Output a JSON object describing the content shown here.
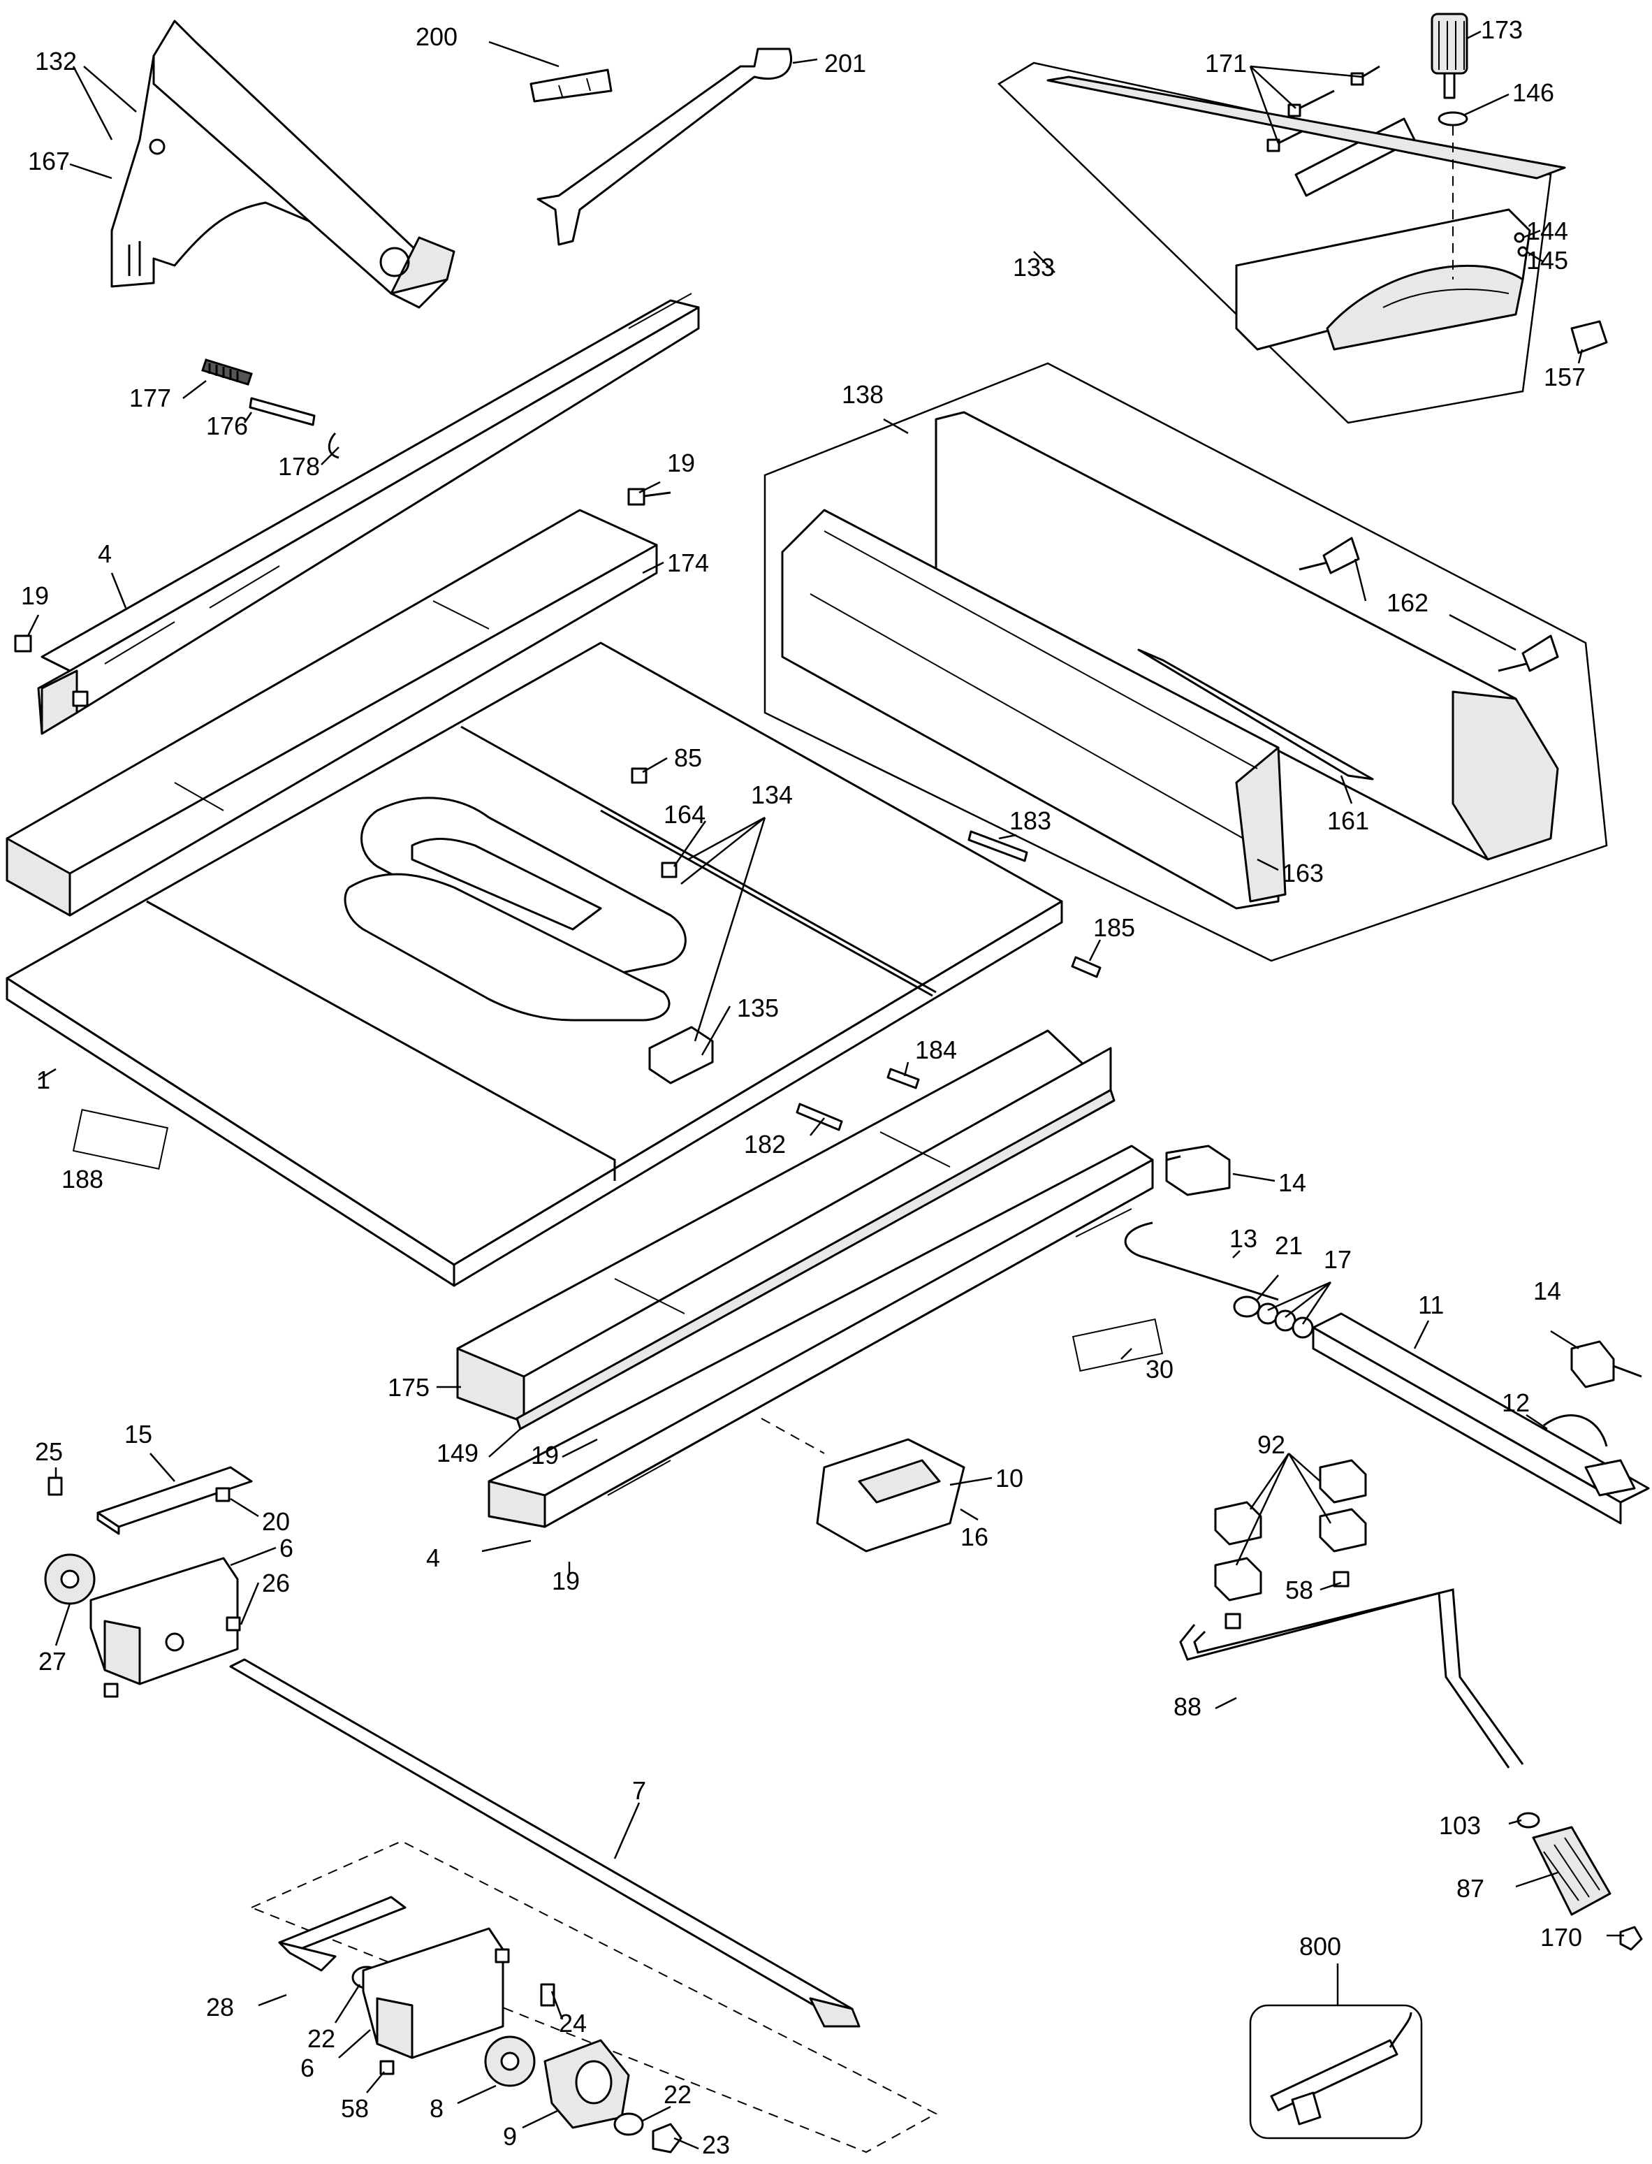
{
  "callouts": {
    "c132": "132",
    "c167": "167",
    "c200": "200",
    "c201": "201",
    "c173": "173",
    "c171": "171",
    "c146": "146",
    "c133": "133",
    "c144": "144",
    "c145": "145",
    "c157": "157",
    "c177": "177",
    "c176": "176",
    "c178": "178",
    "c19a": "19",
    "c4a": "4",
    "c19b": "19",
    "c174": "174",
    "c138": "138",
    "c162": "162",
    "c161": "161",
    "c163": "163",
    "c85": "85",
    "c164": "164",
    "c134": "134",
    "c183": "183",
    "c185": "185",
    "c135": "135",
    "c1": "1",
    "c188": "188",
    "c184": "184",
    "c182": "182",
    "c14a": "14",
    "c13": "13",
    "c21": "21",
    "c17": "17",
    "c11": "11",
    "c14b": "14",
    "c12": "12",
    "c30": "30",
    "c175": "175",
    "c149": "149",
    "c19c": "19",
    "c25": "25",
    "c15": "15",
    "c20": "20",
    "c6a": "6",
    "c26": "26",
    "c27": "27",
    "c10": "10",
    "c4b": "4",
    "c19d": "19",
    "c16": "16",
    "c92": "92",
    "c58a": "58",
    "c88": "88",
    "c7": "7",
    "c103": "103",
    "c87": "87",
    "c170": "170",
    "c28": "28",
    "c22a": "22",
    "c24": "24",
    "c6b": "6",
    "c58b": "58",
    "c8": "8",
    "c9": "9",
    "c22b": "22",
    "c23": "23",
    "c800": "800"
  }
}
